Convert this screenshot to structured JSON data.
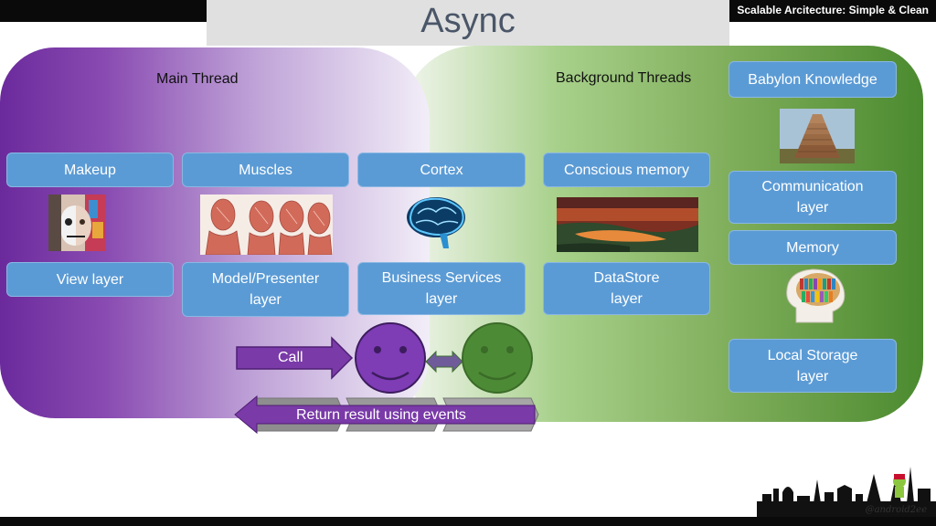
{
  "header": {
    "banner": "Scalable Arcitecture: Simple & Clean",
    "title": "Async"
  },
  "regions": {
    "main": "Main Thread",
    "background": "Background Threads"
  },
  "columns": {
    "makeup": {
      "top": "Makeup",
      "bottom": "View layer"
    },
    "muscles": {
      "top": "Muscles",
      "bottom": "Model/Presenter\nlayer"
    },
    "cortex": {
      "top": "Cortex",
      "bottom": "Business Services\nlayer"
    },
    "conscious": {
      "top": "Conscious memory",
      "bottom": "DataStore\nlayer"
    }
  },
  "babylon": {
    "title": "Babylon Knowledge",
    "communication": "Communication\nlayer",
    "memory": "Memory",
    "storage": "Local Storage\nlayer"
  },
  "flow": {
    "call": "Call",
    "return": "Return result using events"
  },
  "footer": {
    "handle": "@android2ee"
  },
  "colors": {
    "box": "#5b9bd5",
    "main_purple": "#6b2a9c",
    "bg_green": "#4b8a2f",
    "arrow": "#7a3aa8",
    "green_face": "#4d8a35"
  }
}
